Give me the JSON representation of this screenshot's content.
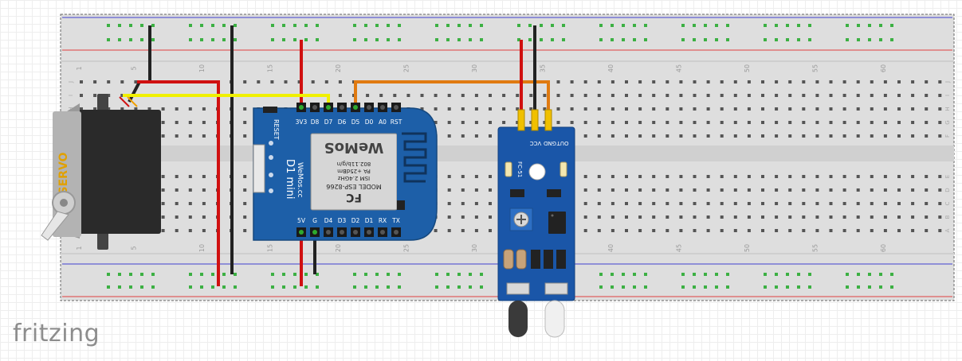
{
  "brand": "fritzing",
  "breadboard": {
    "column_numbers": [
      "1",
      "5",
      "10",
      "15",
      "20",
      "25",
      "30",
      "35",
      "40",
      "45",
      "50",
      "55",
      "60"
    ],
    "row_letters_top": [
      "J",
      "I",
      "H",
      "G",
      "F"
    ],
    "row_letters_bottom": [
      "E",
      "D",
      "C",
      "B",
      "A"
    ]
  },
  "servo": {
    "label": "SERVO"
  },
  "wemos": {
    "top_pins": [
      "3V3",
      "D8",
      "D7",
      "D6",
      "D5",
      "D0",
      "A0",
      "RST"
    ],
    "bottom_pins": [
      "5V",
      "G",
      "D4",
      "D3",
      "D2",
      "D1",
      "RX",
      "TX"
    ],
    "reset_label": "RESET",
    "board_name": "D1 mini",
    "site": "WeMos.cc",
    "logo": "WeMoS",
    "module_model": "MODEL  ESP-8266",
    "module_band": "ISM 2.4GHz",
    "module_power": "PA +25dBm",
    "module_wifi": "802.11b/g/n",
    "fcc": "FC"
  },
  "ir_sensor": {
    "pins": [
      "OUT",
      "GND",
      "VCC"
    ],
    "code": "FC-51"
  },
  "colors": {
    "wire_red": "#d01010",
    "wire_black": "#222222",
    "wire_yellow": "#f0f000",
    "wire_orange": "#e07a10",
    "wemos_blue": "#1d5fa8",
    "sensor_blue": "#1a56a8",
    "rail_red": "#e04040",
    "rail_blue": "#4040d0",
    "green_hole": "#3cb043"
  }
}
